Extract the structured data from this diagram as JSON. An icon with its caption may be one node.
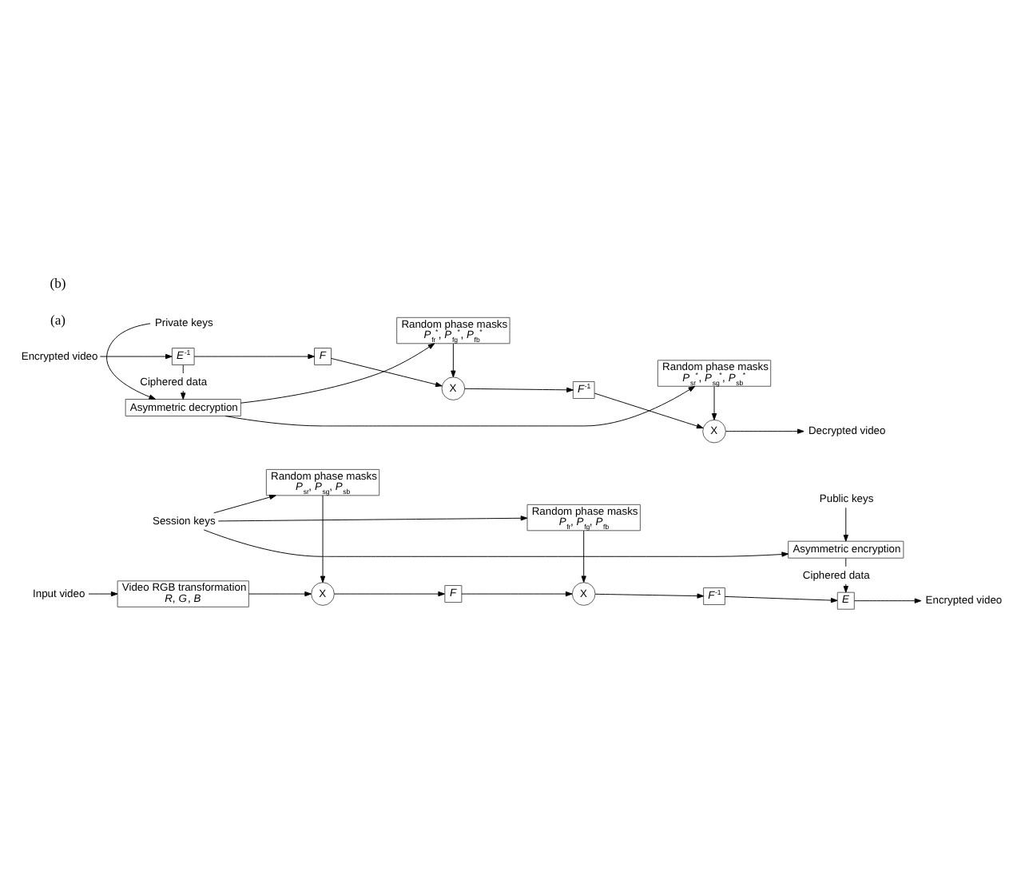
{
  "diagram": {
    "nodes": [
      {
        "text": [
          "Input video"
        ]
      },
      {
        "text": [
          "Video RGB transformation",
          "*R*, *G*, *B*"
        ]
      },
      {
        "text": [
          "X"
        ]
      },
      {
        "text": [
          "*F*"
        ]
      },
      {
        "text": [
          "X"
        ]
      },
      {
        "text": [
          "*F*$^{-1}$"
        ]
      },
      {
        "text": [
          "*E*"
        ]
      },
      {
        "text": [
          "Encrypted video"
        ]
      },
      {
        "text": [
          "Random phase masks",
          "*P*$_{sr}$, *P*$_{sg}$, *P*$_{sb}$"
        ]
      },
      {
        "text": [
          "Random phase masks",
          "*P*$_{fr}$, *P*$_{fg}$, *P*$_{fb}$"
        ]
      },
      {
        "text": [
          "Session keys"
        ]
      },
      {
        "text": [
          "Asymmetric encryption"
        ]
      },
      {
        "text": [
          "Public keys"
        ]
      },
      {
        "text": [
          "Encrypted video"
        ]
      },
      {
        "text": [
          "*E*$^{-1}$"
        ]
      },
      {
        "text": [
          "*F*"
        ]
      },
      {
        "text": [
          "X"
        ]
      },
      {
        "text": [
          "*F*$^{-1}$"
        ]
      },
      {
        "text": [
          "X"
        ]
      },
      {
        "text": [
          "Decrypted video"
        ]
      },
      {
        "text": [
          "Random phase masks",
          "*P*$_{fr}$$^{*}$, *P*$_{fg}$$^{*}$, *P*$_{fb}$$^{*}$"
        ]
      },
      {
        "text": [
          "Random phase masks",
          "*P*$_{sr}$$^{*}$, *P*$_{sg}$$^{*}$, *P*$_{sb}$$^{*}$"
        ]
      },
      {
        "text": [
          "Asymmetric decryption"
        ]
      },
      {
        "text": [
          "Private keys"
        ]
      }
    ],
    "edges": [
      {
        "from": 0,
        "to": 1,
        "arrow": "to"
      },
      {
        "from": 1,
        "to": 2,
        "arrow": "to"
      },
      {
        "from": 2,
        "to": 3,
        "arrow": "to"
      },
      {
        "from": 3,
        "to": 4,
        "arrow": "to"
      },
      {
        "from": 4,
        "to": 5,
        "arrow": "to"
      },
      {
        "from": 5,
        "to": 6,
        "arrow": "to"
      },
      {
        "from": 6,
        "to": 7,
        "arrow": "to"
      },
      {
        "from": 8,
        "to": 2,
        "arrow": "to"
      },
      {
        "from": 9,
        "to": 4,
        "arrow": "to"
      },
      {
        "from": 10,
        "to": 8,
        "arrow": "to"
      },
      {
        "from": 10,
        "to": 9,
        "arrow": "to"
      },
      {
        "from": 10,
        "to": 11,
        "arrow": "to"
      },
      {
        "from": 11,
        "to": 6,
        "arrow": "to",
        "label": "Ciphered data"
      },
      {
        "from": 12,
        "to": 11,
        "arrow": "to"
      },
      {
        "from": 13,
        "to": 14,
        "arrow": "to"
      },
      {
        "from": 14,
        "to": 15,
        "arrow": "to"
      },
      {
        "from": 15,
        "to": 16,
        "arrow": "to"
      },
      {
        "from": 16,
        "to": 17,
        "arrow": "to"
      },
      {
        "from": 17,
        "to": 18,
        "arrow": "to"
      },
      {
        "from": 18,
        "to": 19,
        "arrow": "to"
      },
      {
        "from": 14,
        "to": 22,
        "arrow": "to",
        "label": "Ciphered data"
      },
      {
        "from": 22,
        "to": 20,
        "arrow": "to"
      },
      {
        "from": 22,
        "to": 21,
        "arrow": "to"
      },
      {
        "from": 20,
        "to": 16,
        "arrow": "to"
      },
      {
        "from": 21,
        "to": 18,
        "arrow": "to"
      },
      {
        "from": 23,
        "to": 22,
        "arrow": "to"
      }
    ],
    "labels": [
      "(a)",
      "(b)"
    ]
  }
}
